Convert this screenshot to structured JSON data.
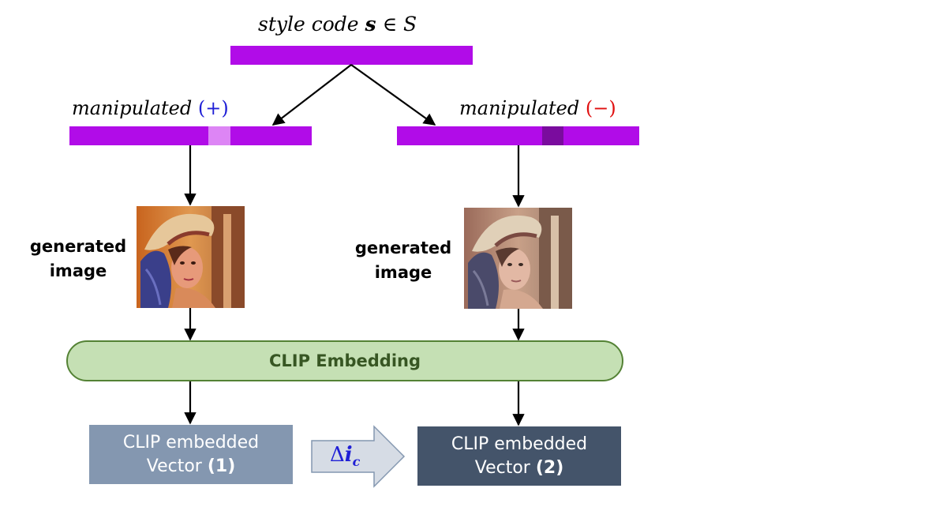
{
  "top": {
    "label_prefix": "style code ",
    "label_bold": "s",
    "label_suffix": " ∈ S"
  },
  "left_branch": {
    "label": "manipulated",
    "sign": "(+)",
    "sign_color": "#1f1fd6",
    "image_label_line1": "generated",
    "image_label_line2": "image"
  },
  "right_branch": {
    "label": "manipulated",
    "sign": "(−)",
    "sign_color": "#e01010",
    "image_label_line1": "generated",
    "image_label_line2": "image"
  },
  "clip": {
    "label": "CLIP Embedding"
  },
  "vector1": {
    "line1": "CLIP embedded",
    "line2_text": "Vector ",
    "line2_num": "(1)"
  },
  "vector2": {
    "line1": "CLIP embedded",
    "line2_text": "Vector ",
    "line2_num": "(2)"
  },
  "delta": {
    "symbol": "Δ",
    "var": "i",
    "sub": "c"
  },
  "colors": {
    "style_bar": "#b10ce8",
    "plus_segment": "#dd85f5",
    "minus_segment": "#7a0c9e",
    "clip_fill": "#c5e0b4",
    "clip_border": "#548235",
    "vector1_fill": "#8497b0",
    "vector2_fill": "#44546a",
    "delta_arrow": "#d6dce5"
  }
}
